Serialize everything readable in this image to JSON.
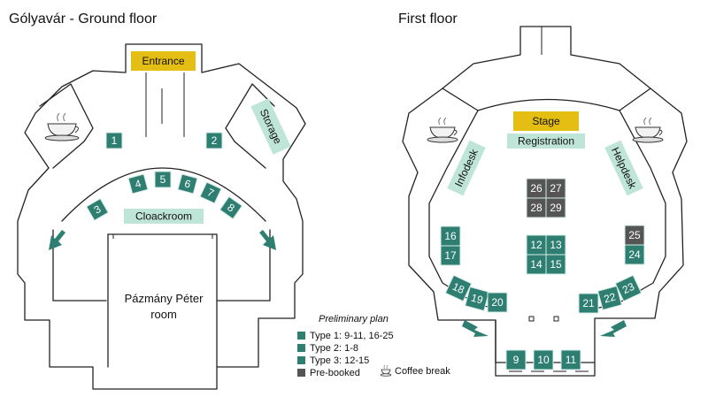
{
  "colors": {
    "booth_teal": "#2e7e72",
    "prebooked_gray": "#555555",
    "entrance_stage_yellow": "#e4be12",
    "label_mint": "#bfe5d9"
  },
  "ground": {
    "title": "Gólyavár - Ground floor",
    "entrance": "Entrance",
    "storage": "Storage",
    "cloakroom": "Cloackroom",
    "room_line1": "Pázmány Péter",
    "room_line2": "room",
    "booths": [
      "1",
      "2",
      "3",
      "4",
      "5",
      "6",
      "7",
      "8"
    ],
    "coffee_icon": "coffee-cup-icon"
  },
  "first": {
    "title": "First floor",
    "stage": "Stage",
    "registration": "Registration",
    "infodesk": "Infodesk",
    "helpdesk": "Helpdesk",
    "booths": [
      "9",
      "10",
      "11",
      "12",
      "13",
      "14",
      "15",
      "16",
      "17",
      "18",
      "19",
      "20",
      "21",
      "22",
      "23",
      "24"
    ],
    "prebooked_booths": [
      "25",
      "26",
      "27",
      "28",
      "29"
    ],
    "coffee_icon": "coffee-cup-icon"
  },
  "legend": {
    "title": "Preliminary plan",
    "items": [
      {
        "label": "Type 1: 9-11, 16-25",
        "color": "#2e7e72"
      },
      {
        "label": "Type 2: 1-8",
        "color": "#2e7e72"
      },
      {
        "label": "Type 3: 12-15",
        "color": "#2e7e72"
      },
      {
        "label": "Pre-booked",
        "color": "#555555"
      }
    ],
    "coffee_label": "Coffee break"
  }
}
